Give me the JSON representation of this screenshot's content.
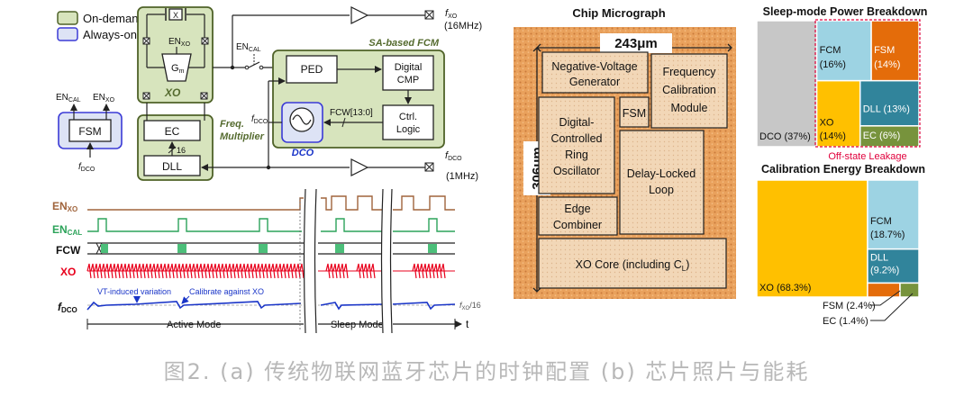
{
  "legend": {
    "on_demand": "On-demand",
    "always_on": "Always-on"
  },
  "block": {
    "xtal_label": "X",
    "en_xo_main": "EN",
    "en_xo_sub": "XO",
    "gm_main": "G",
    "gm_sub": "m",
    "xo_label": "XO",
    "en_cal_main": "EN",
    "en_cal_sub": "CAL",
    "fcm_title": "SA-based FCM",
    "ped": "PED",
    "cmp1": "Digital",
    "cmp2": "CMP",
    "ctrl1": "Ctrl.",
    "ctrl2": "Logic",
    "fcw": "FCW[13:0]",
    "fdco_main": "f",
    "fdco_sub": "DCO",
    "dco": "DCO",
    "fsm": "FSM",
    "fsm_en1_main": "EN",
    "fsm_en1_sub": "CAL",
    "fsm_en2_main": "EN",
    "fsm_en2_sub": "XO",
    "fsm_fdco_main": "f",
    "fsm_fdco_sub": "DCO",
    "ec": "EC",
    "bus16": "16",
    "dll": "DLL",
    "freq1": "Freq.",
    "freq2": "Multiplier",
    "out1_main": "f",
    "out1_sub": "XO",
    "out1_val": "(16MHz)",
    "out2_main": "f",
    "out2_sub": "DCO",
    "out2_val": "(1MHz)"
  },
  "timing": {
    "en_xo_main": "EN",
    "en_xo_sub": "XO",
    "en_cal_main": "EN",
    "en_cal_sub": "CAL",
    "fcw": "FCW",
    "xo": "XO",
    "fdco_main": "f",
    "fdco_sub": "DCO",
    "vt_note": "VT-induced variation",
    "cal_note": "Calibrate against XO",
    "ref_main": "f",
    "ref_sub": "XO",
    "ref_tail": "/16",
    "active_mode": "Active Mode",
    "sleep_mode": "Sleep Mode",
    "t": "t"
  },
  "micrograph": {
    "title": "Chip Micrograph",
    "width_dim": "243μm",
    "height_dim": "306μm",
    "blocks": {
      "nvg1": "Negative-Voltage",
      "nvg2": "Generator",
      "fcm1": "Frequency",
      "fcm2": "Calibration",
      "fcm3": "Module",
      "dco1": "Digital-",
      "dco2": "Controlled",
      "dco3": "Ring",
      "dco4": "Oscillator",
      "fsm": "FSM",
      "dll1": "Delay-Locked",
      "dll2": "Loop",
      "ec1": "Edge",
      "ec2": "Combiner",
      "xo": "XO Core (including C",
      "xo_sub": "L",
      "xo_tail": ")"
    }
  },
  "sleep_power": {
    "title": "Sleep-mode Power Breakdown",
    "leak_note": "Off-state Leakage",
    "cells": [
      {
        "name": "DCO",
        "value": "(37%)",
        "pct": 37,
        "color": "#c7c7c7"
      },
      {
        "name": "FCM",
        "value": "(16%)",
        "pct": 16,
        "color": "#9dd3e3"
      },
      {
        "name": "FSM",
        "value": "(14%)",
        "pct": 14,
        "color": "#e46c0a"
      },
      {
        "name": "XO",
        "value": "(14%)",
        "pct": 14,
        "color": "#ffc000"
      },
      {
        "name": "DLL",
        "value": "(13%)",
        "pct": 13,
        "color": "#31849b"
      },
      {
        "name": "EC",
        "value": "(6%)",
        "pct": 6,
        "color": "#77933c"
      }
    ]
  },
  "cal_energy": {
    "title": "Calibration Energy Breakdown",
    "cells": [
      {
        "name": "XO",
        "value": "(68.3%)",
        "pct": 68.3,
        "color": "#ffc000"
      },
      {
        "name": "FCM",
        "value": "(18.7%)",
        "pct": 18.7,
        "color": "#9dd3e3"
      },
      {
        "name": "DLL",
        "value": "(9.2%)",
        "pct": 9.2,
        "color": "#31849b"
      },
      {
        "name": "FSM",
        "value": "(2.4%)",
        "pct": 2.4,
        "color": "#e46c0a"
      },
      {
        "name": "EC",
        "value": "(1.4%)",
        "pct": 1.4,
        "color": "#77933c"
      }
    ]
  },
  "colors": {
    "on_demand_fill": "#d7e4bd",
    "on_demand_stroke": "#4f6228",
    "always_on_fill": "#dde3f5",
    "always_on_stroke": "#3b3bd6",
    "en_xo": "#a0643c",
    "en_cal": "#2ca35a",
    "fcw": "#4cbf7a",
    "xo": "#e8001c",
    "fdco": "#1a35c8",
    "dco_label": "#1a35c8",
    "xo_label": "#556b2f",
    "leak": "#e0003c",
    "die": "#e8a25a"
  },
  "caption": "图2. (a) 传统物联网蓝牙芯片的时钟配置 (b) 芯片照片与能耗"
}
